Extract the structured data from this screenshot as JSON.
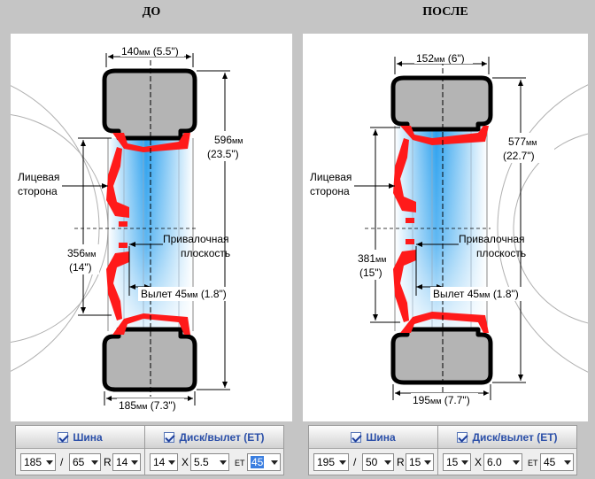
{
  "before": {
    "title": "ДО",
    "width_top": "140",
    "width_top_unit": "мм",
    "width_top_in": "(5.5\")",
    "outer_diameter": "596",
    "outer_diameter_unit": "мм",
    "outer_diameter_in": "(23.5\")",
    "face_label_1": "Лицевая",
    "face_label_2": "сторона",
    "rim_diameter": "356",
    "rim_diameter_unit": "мм",
    "rim_diameter_in": "(14\")",
    "mount_label_1": "Привалочная",
    "mount_label_2": "плоскость",
    "offset_label": "Вылет 45",
    "offset_unit": "мм",
    "offset_in": "(1.8\")",
    "tire_width": "185",
    "tire_width_unit": "мм",
    "tire_width_in": "(7.3\")",
    "controls": {
      "tire_header": "Шина",
      "disc_header": "Диск/вылет (ET)",
      "tire_width": "185",
      "sep_slash": "/",
      "tire_profile": "65",
      "sep_r": "R",
      "tire_radius": "14",
      "disc_diameter": "14",
      "sep_x": "X",
      "disc_width": "5.5",
      "sep_et": "ET",
      "disc_et": "45"
    }
  },
  "after": {
    "title": "ПОСЛЕ",
    "width_top": "152",
    "width_top_unit": "мм",
    "width_top_in": "(6\")",
    "outer_diameter": "577",
    "outer_diameter_unit": "мм",
    "outer_diameter_in": "(22.7\")",
    "face_label_1": "Лицевая",
    "face_label_2": "сторона",
    "rim_diameter": "381",
    "rim_diameter_unit": "мм",
    "rim_diameter_in": "(15\")",
    "mount_label_1": "Привалочная",
    "mount_label_2": "плоскость",
    "offset_label": "Вылет 45",
    "offset_unit": "мм",
    "offset_in": "(1.8\")",
    "tire_width": "195",
    "tire_width_unit": "мм",
    "tire_width_in": "(7.7\")",
    "controls": {
      "tire_header": "Шина",
      "disc_header": "Диск/вылет (ET)",
      "tire_width": "195",
      "sep_slash": "/",
      "tire_profile": "50",
      "sep_r": "R",
      "tire_radius": "15",
      "disc_diameter": "15",
      "sep_x": "X",
      "disc_width": "6.0",
      "sep_et": "ET",
      "disc_et": "45"
    }
  },
  "colors": {
    "tire_fill": "#b4b4b4",
    "tire_edge": "#000000",
    "disc_red": "#ff1a1a",
    "rim_blue": "#2aa0ee",
    "header_text": "#2b4fa8",
    "highlight": "#3a7ee0"
  }
}
